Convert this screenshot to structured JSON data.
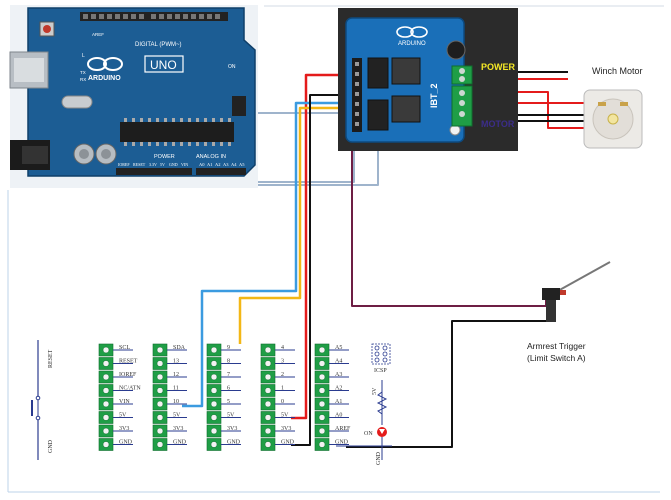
{
  "arduino": {
    "brand": "ARDUINO",
    "model": "UNO",
    "digital_label": "DIGITAL (PWM~)",
    "power_label": "POWER",
    "analog_label": "ANALOG IN",
    "tx_label": "TX",
    "rx_label": "RX",
    "l_label": "L",
    "on_label": "ON",
    "aref_label": "AREF",
    "gnd_label": "GND",
    "ioref_label": "IOREF",
    "reset_label": "RESET",
    "v33_label": "3.3V",
    "v5_label": "5V",
    "vin_label": "VIN",
    "analog_pins": [
      "A0",
      "A1",
      "A2",
      "A3",
      "A4",
      "A5"
    ]
  },
  "driver": {
    "brand": "ARDUINO",
    "model": "IBT_2",
    "power_label": "POWER",
    "motor_label": "MOTOR"
  },
  "winch_motor": {
    "label": "Winch Motor"
  },
  "armrest_trigger": {
    "line1": "Armrest Trigger",
    "line2": "(Limit Switch A)"
  },
  "schematic": {
    "reset_label": "RESET",
    "gnd_label": "GND",
    "icsp_label": "ICSP",
    "led_label": "ON",
    "led_v_label": "5V",
    "led_gnd_label": "GND",
    "headers": [
      {
        "pins": [
          "SCL",
          "RESET",
          "IOREF",
          "NC/ATN",
          "VIN",
          "5V",
          "3V3",
          "GND"
        ]
      },
      {
        "pins": [
          "SDA",
          "13",
          "12",
          "11",
          "10",
          "5V",
          "3V3",
          "GND"
        ]
      },
      {
        "pins": [
          "9",
          "8",
          "7",
          "6",
          "5",
          "5V",
          "3V3",
          "GND"
        ]
      },
      {
        "pins": [
          "4",
          "3",
          "2",
          "1",
          "0",
          "5V",
          "3V3",
          "GND"
        ]
      },
      {
        "pins": [
          "A5",
          "A4",
          "A3",
          "A2",
          "A1",
          "A0",
          "AREF",
          "GND"
        ]
      }
    ]
  },
  "colors": {
    "board_blue": "#1c5d94",
    "wire_red": "#e41b1b",
    "wire_blue": "#3b9be0",
    "wire_yellow": "#f3b716",
    "wire_purple": "#6e1e44",
    "wire_black": "#111111",
    "wire_gray": "#9fb4cc",
    "header_green": "#1f9e46",
    "power_text": "#f6e926",
    "motor_text": "#3b2d8a"
  }
}
